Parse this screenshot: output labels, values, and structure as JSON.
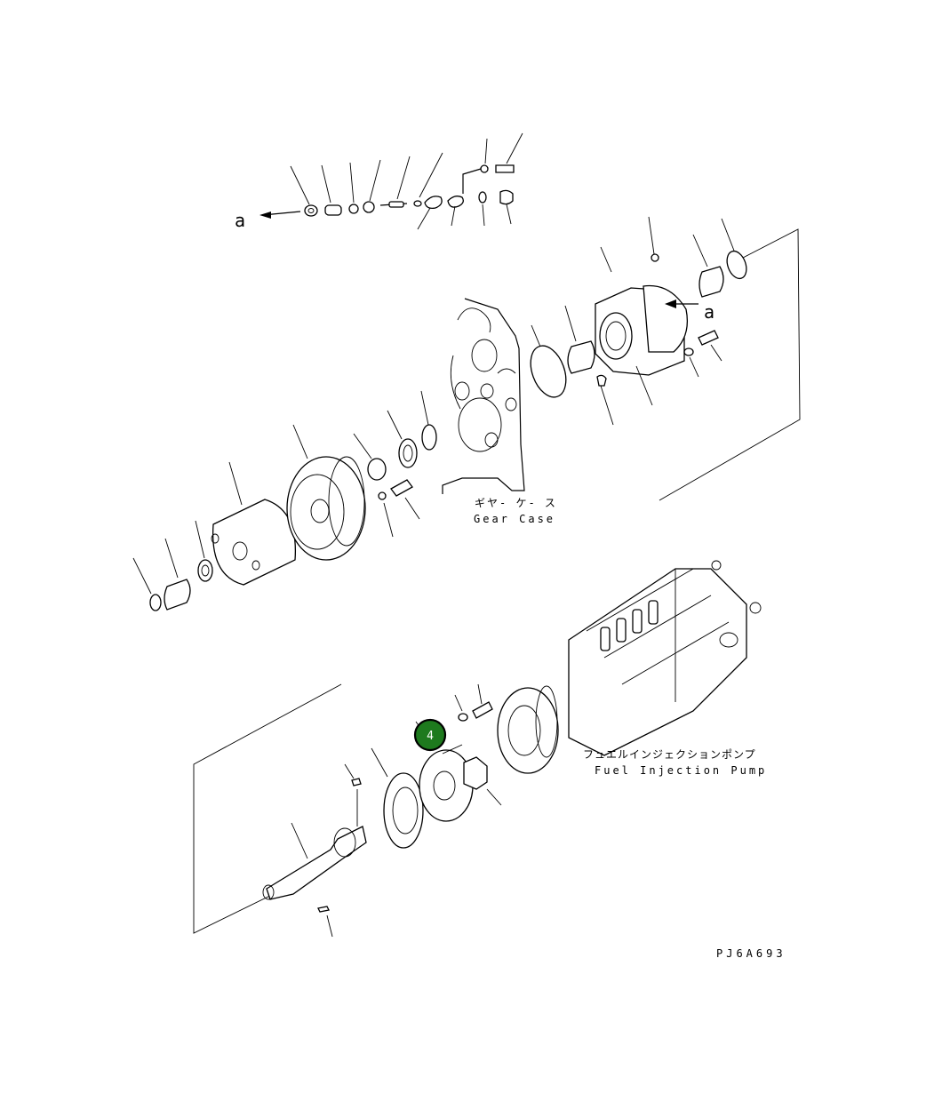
{
  "labels": {
    "ref_a_left": "a",
    "ref_a_right": "a",
    "gear_case_jp": "ギヤ- ケ- ス",
    "gear_case_en": "Gear Case",
    "pump_jp": "フュエルインジェクションポンプ",
    "pump_en": "Fuel Injection Pump",
    "drawing_code": "PJ6A693"
  },
  "callout": {
    "number": "4",
    "color": "#1e7a1e"
  }
}
